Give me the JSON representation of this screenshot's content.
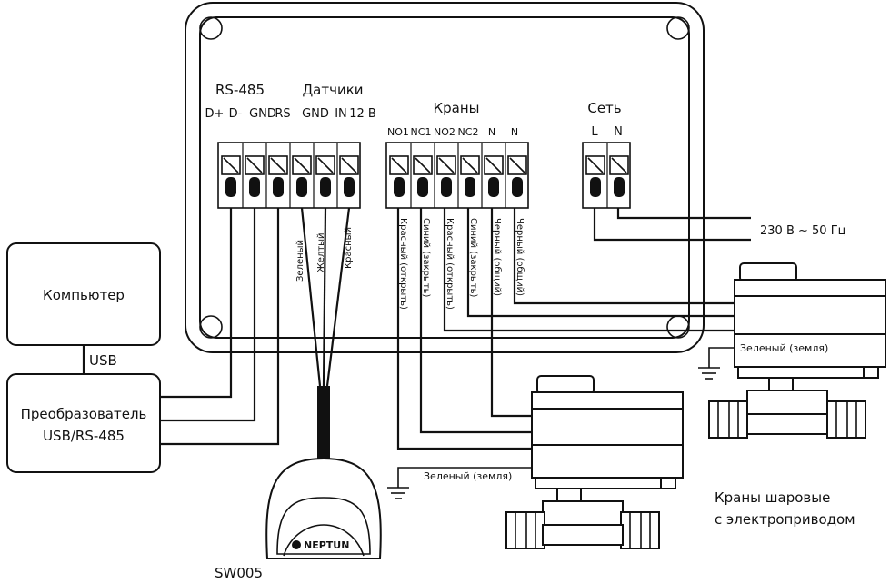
{
  "controller": {
    "group_rs485": "RS-485",
    "group_sensors": "Датчики",
    "group_valves": "Краны",
    "group_power": "Сеть",
    "pins_rs485": [
      "D+",
      "D-",
      "GND",
      "RS"
    ],
    "pins_sensors": [
      "GND",
      "IN",
      "12 В"
    ],
    "pins_valves": [
      "NO1",
      "NC1",
      "NO2",
      "NC2",
      "N",
      "N"
    ],
    "pins_power": [
      "L",
      "N"
    ]
  },
  "sensor_wires": [
    "Зеленый",
    "Желтый",
    "Красный"
  ],
  "valve_wires": [
    "Красный (открыть)",
    "Синий (закрыть)",
    "Красный (открыть)",
    "Синий (закрыть)",
    "Черный (общий)",
    "Черный (общий)"
  ],
  "power_label": "230 В ~ 50 Гц",
  "computer_label": "Компьютер",
  "usb_label": "USB",
  "converter_label_1": "Преобразователь",
  "converter_label_2": "USB/RS-485",
  "sensor_model": "SW005",
  "sensor_brand": "NEPTUN",
  "ground_label_1": "Зеленый (земля)",
  "ground_label_2": "Зеленый (земля)",
  "valves_caption_1": "Краны шаровые",
  "valves_caption_2": "с электроприводом"
}
